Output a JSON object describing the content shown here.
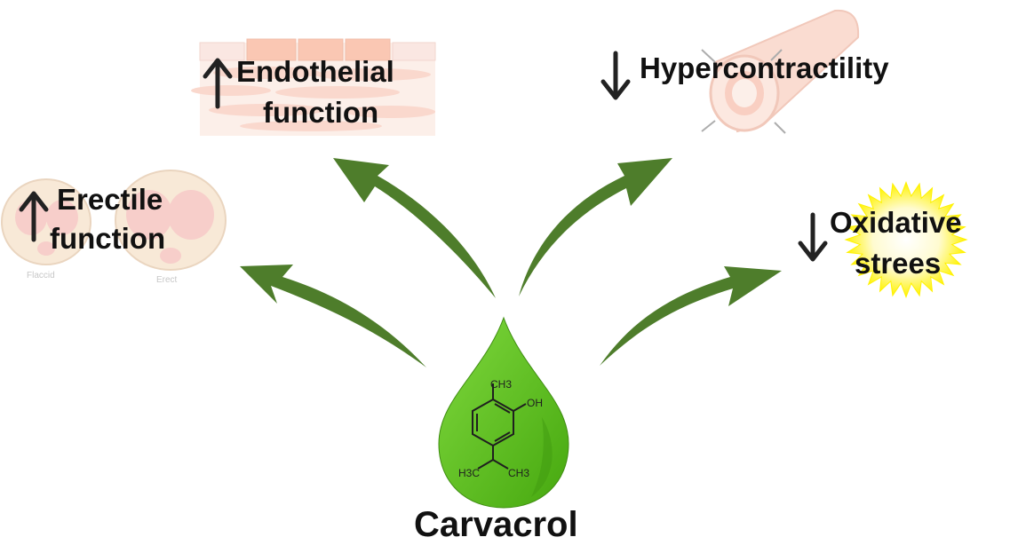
{
  "center": {
    "label": "Carvacrol",
    "molecule": {
      "methyl": "CH3",
      "hydroxyl": "OH",
      "isopropyl_left": "H3C",
      "isopropyl_right": "CH3"
    }
  },
  "effects": [
    {
      "id": "erectile",
      "direction": "up",
      "line1": "Erectile",
      "line2": "function",
      "image": "penis-cross-section",
      "image_labels": [
        "Flaccid",
        "Erect"
      ]
    },
    {
      "id": "endothelial",
      "direction": "up",
      "line1": "Endothelial",
      "line2": "function",
      "image": "endothelium-tissue"
    },
    {
      "id": "hypercontractility",
      "direction": "down",
      "line1": "Hypercontractility",
      "image": "blood-vessel"
    },
    {
      "id": "oxidative",
      "direction": "down",
      "line1": "Oxidative",
      "line2": "strees",
      "image": "burst-star"
    }
  ],
  "colors": {
    "arrow_green": "#4e7d2b",
    "drop_green": "#58bc1f",
    "burst_yellow": "#fff200",
    "tissue_pink": "#f6b9a6",
    "text": "#111111"
  }
}
